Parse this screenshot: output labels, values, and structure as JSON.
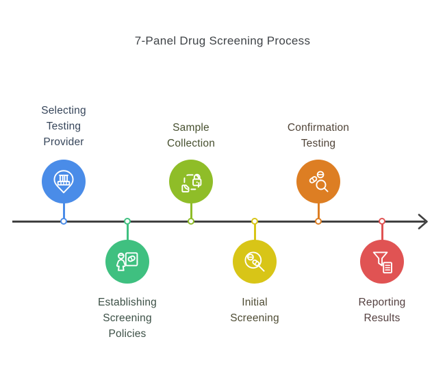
{
  "title": "7-Panel Drug Screening Process",
  "title_color": "#3F4347",
  "timeline": {
    "line_color": "#404040"
  },
  "milestones": [
    {
      "id": "selecting-testing-provider",
      "label": "Selecting\nTesting\nProvider",
      "color": "#4A8CE8",
      "label_color": "#36455A",
      "position": "above",
      "icon": "location-pin-test-tubes-icon"
    },
    {
      "id": "establishing-screening-policies",
      "label": "Establishing\nScreening\nPolicies",
      "color": "#3FC080",
      "label_color": "#3B4F45",
      "position": "below",
      "icon": "presenter-board-pill-icon"
    },
    {
      "id": "sample-collection",
      "label": "Sample\nCollection",
      "color": "#8FBD28",
      "label_color": "#47502F",
      "position": "above",
      "icon": "secure-sample-lock-icon"
    },
    {
      "id": "initial-screening",
      "label": "Initial\nScreening",
      "color": "#D8C517",
      "label_color": "#4E4B33",
      "position": "below",
      "icon": "magnifier-pills-icon"
    },
    {
      "id": "confirmation-testing",
      "label": "Confirmation\nTesting",
      "color": "#DD7E23",
      "label_color": "#4F4337",
      "position": "above",
      "icon": "pills-magnifier-icon"
    },
    {
      "id": "reporting-results",
      "label": "Reporting\nResults",
      "color": "#E05353",
      "label_color": "#533F3F",
      "position": "below",
      "icon": "funnel-report-icon"
    }
  ]
}
